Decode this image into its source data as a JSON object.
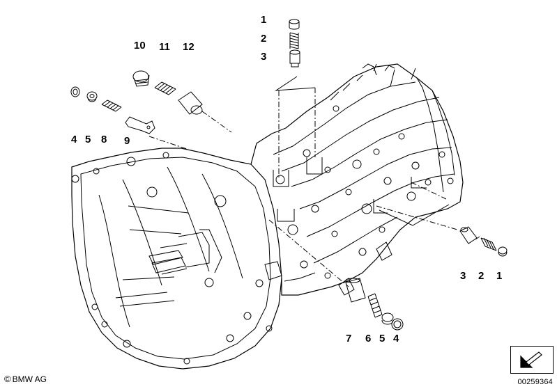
{
  "diagram": {
    "callouts": [
      {
        "id": "c1-top",
        "text": "1"
      },
      {
        "id": "c2-top",
        "text": "2"
      },
      {
        "id": "c3-top",
        "text": "3"
      },
      {
        "id": "c10",
        "text": "10"
      },
      {
        "id": "c11",
        "text": "11"
      },
      {
        "id": "c12",
        "text": "12"
      },
      {
        "id": "c4-left",
        "text": "4"
      },
      {
        "id": "c5-left",
        "text": "5"
      },
      {
        "id": "c8",
        "text": "8"
      },
      {
        "id": "c9",
        "text": "9"
      },
      {
        "id": "c3-right",
        "text": "3"
      },
      {
        "id": "c2-right",
        "text": "2"
      },
      {
        "id": "c1-right",
        "text": "1"
      },
      {
        "id": "c7",
        "text": "7"
      },
      {
        "id": "c6",
        "text": "6"
      },
      {
        "id": "c5-bottom",
        "text": "5"
      },
      {
        "id": "c4-bottom",
        "text": "4"
      }
    ]
  },
  "footer": {
    "copyright_symbol": "©",
    "copyright": "BMW AG",
    "image_number": "00259364"
  },
  "nav": {
    "icon": "arrow-down-left-icon"
  }
}
